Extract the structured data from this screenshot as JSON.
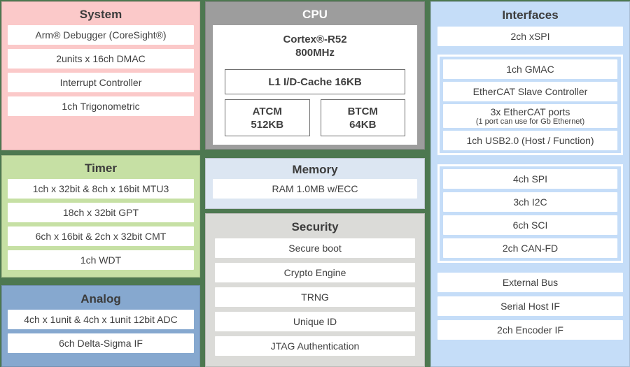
{
  "system": {
    "title": "System",
    "items": [
      "Arm® Debugger (CoreSight®)",
      "2units x 16ch DMAC",
      "Interrupt Controller",
      "1ch Trigonometric"
    ]
  },
  "timer": {
    "title": "Timer",
    "items": [
      "1ch x 32bit & 8ch x 16bit MTU3",
      "18ch x 32bit GPT",
      "6ch x 16bit & 2ch x 32bit CMT",
      "1ch WDT"
    ]
  },
  "analog": {
    "title": "Analog",
    "items": [
      "4ch x 1unit & 4ch x 1unit 12bit ADC",
      "6ch Delta-Sigma IF"
    ]
  },
  "cpu": {
    "title": "CPU",
    "core": "Cortex®-R52",
    "frequency": "800MHz",
    "cache": "L1 I/D-Cache 16KB",
    "tcm": [
      {
        "name": "ATCM",
        "size": "512KB"
      },
      {
        "name": "BTCM",
        "size": "64KB"
      }
    ]
  },
  "memory": {
    "title": "Memory",
    "items": [
      "RAM 1.0MB w/ECC"
    ]
  },
  "security": {
    "title": "Security",
    "items": [
      "Secure boot",
      "Crypto Engine",
      "TRNG",
      "Unique ID",
      "JTAG Authentication"
    ]
  },
  "interfaces": {
    "title": "Interfaces",
    "standalone_top": [
      "2ch xSPI"
    ],
    "ethernet_group": [
      {
        "label": "1ch GMAC"
      },
      {
        "label": "EtherCAT Slave Controller"
      },
      {
        "label": "3x EtherCAT ports",
        "note": "(1 port can use for Gb Ethernet)"
      },
      {
        "label": "1ch USB2.0 (Host / Function)"
      }
    ],
    "serial_group": [
      "4ch SPI",
      "3ch I2C",
      "6ch SCI",
      "2ch CAN-FD"
    ],
    "standalone_bottom": [
      "External Bus",
      "Serial Host IF",
      "2ch Encoder IF"
    ]
  },
  "colors": {
    "background_green": "#4d7850",
    "system_pink": "#fbc9c9",
    "timer_green": "#c6e0a4",
    "analog_blue": "#86a8cf",
    "cpu_gray": "#9d9d9d",
    "memory_blue": "#dce6f2",
    "security_gray": "#dbdbd8",
    "interfaces_blue": "#c5ddf8",
    "item_white": "#ffffff",
    "text_dark": "#3f3f3f",
    "cpu_title_white": "#ffffff"
  }
}
